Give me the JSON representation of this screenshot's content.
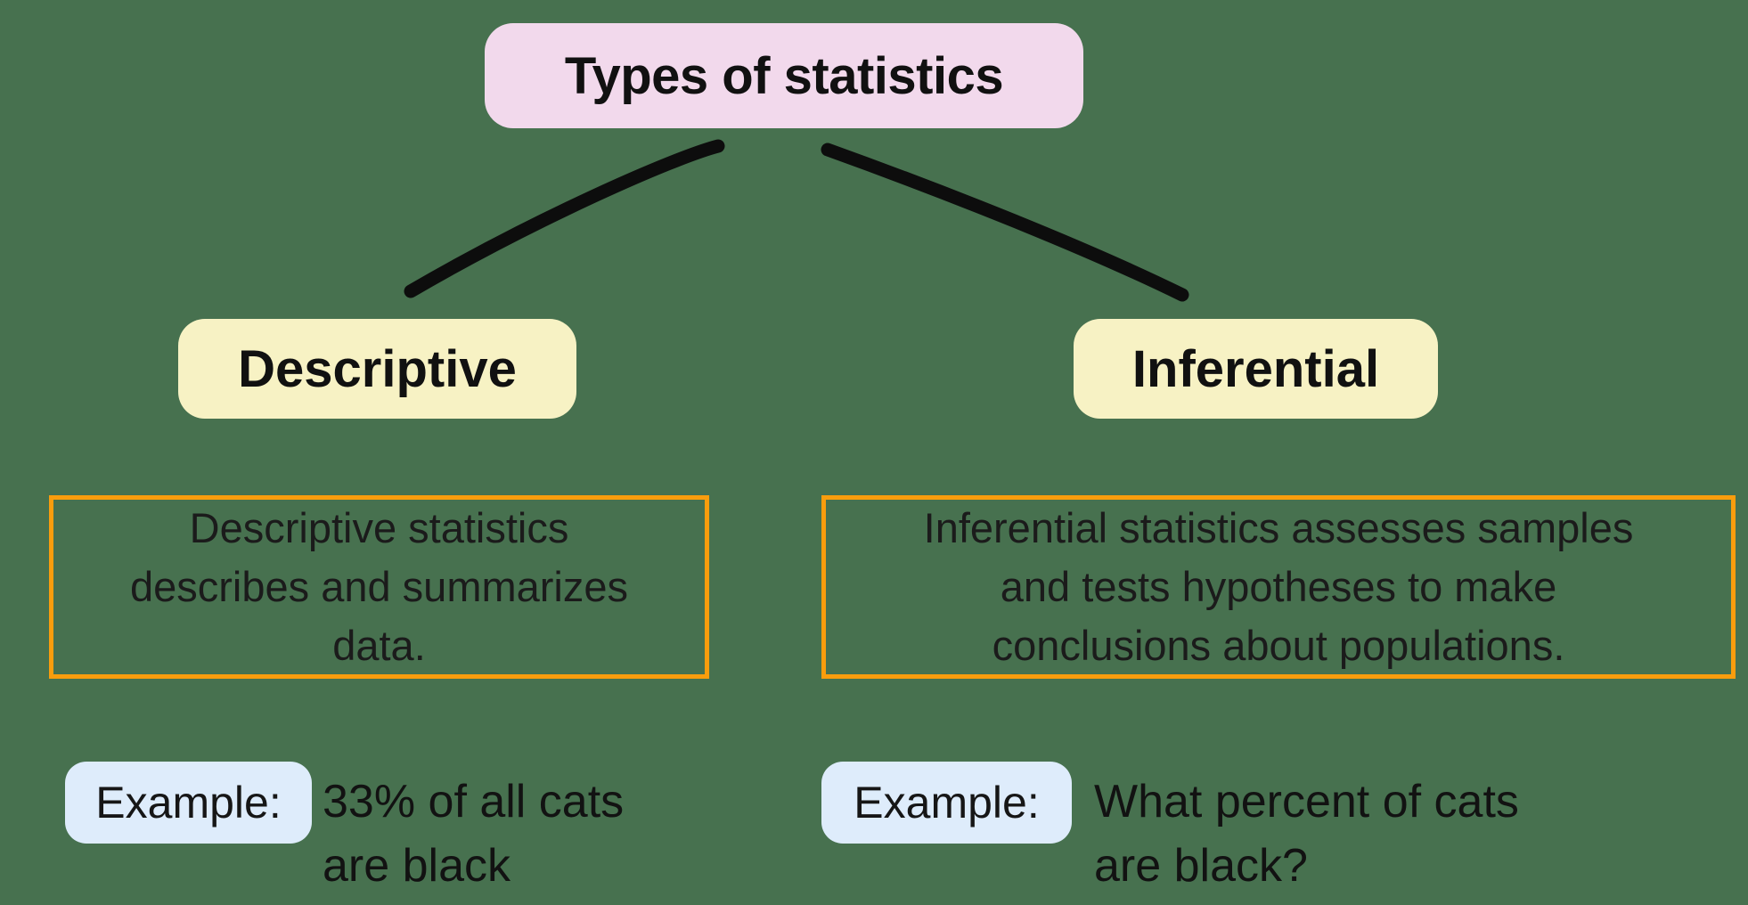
{
  "root": {
    "title": "Types of statistics"
  },
  "branches": [
    {
      "heading": "Descriptive",
      "description_lines": [
        "Descriptive statistics",
        "describes and summarizes",
        "data."
      ],
      "example_label": "Example:",
      "example_lines": [
        "33% of all cats",
        "are black"
      ]
    },
    {
      "heading": "Inferential",
      "description_lines": [
        "Inferential statistics assesses samples",
        "and tests hypotheses to make",
        "conclusions about populations."
      ],
      "example_label": "Example:",
      "example_lines": [
        "What percent of cats",
        "are black?"
      ]
    }
  ],
  "colors": {
    "background": "#47714F",
    "root_fill": "#F2D9EC",
    "branch_fill": "#F7F2C4",
    "description_border": "#F99D0D",
    "example_chip_fill": "#DEECFB",
    "connector": "#0D0D0D",
    "text": "#111111"
  }
}
